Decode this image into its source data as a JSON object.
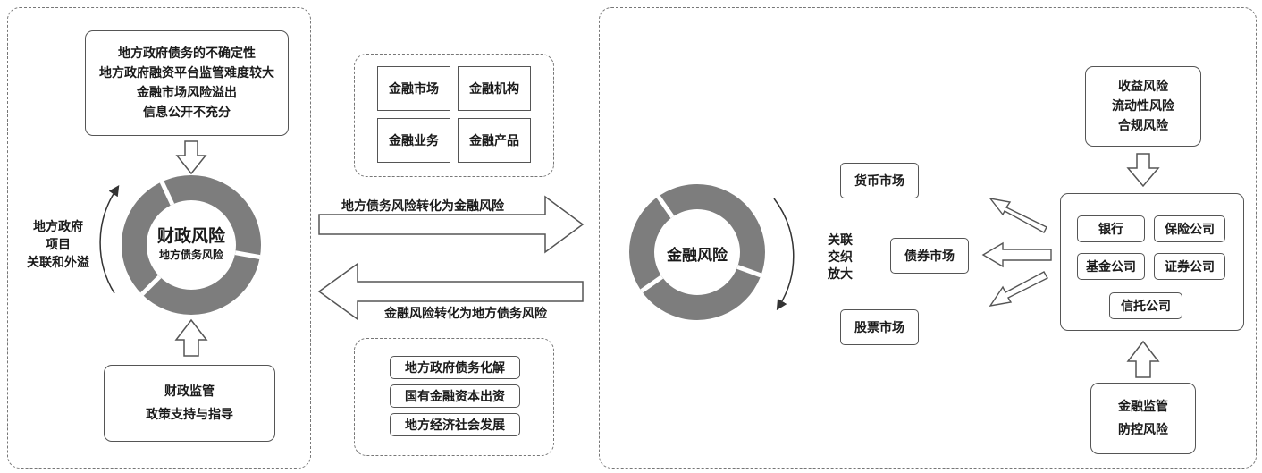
{
  "left_panel": {
    "top_box": {
      "lines": [
        "地方政府债务的不确定性",
        "地方政府融资平台监管难度较大",
        "金融市场风险溢出",
        "信息公开不充分"
      ]
    },
    "ring": {
      "title": "财政风险",
      "subtitle": "地方债务风险"
    },
    "side_label": {
      "lines": [
        "地方政府",
        "项目",
        "关联和外溢"
      ]
    },
    "bottom_box": {
      "lines": [
        "财政监管",
        "政策支持与指导"
      ]
    }
  },
  "middle": {
    "top_grid": [
      "金融市场",
      "金融机构",
      "金融业务",
      "金融产品"
    ],
    "arrow_right_label": "地方债务风险转化为金融风险",
    "arrow_left_label": "金融风险转化为地方债务风险",
    "bottom_list": [
      "地方政府债务化解",
      "国有金融资本出资",
      "地方经济社会发展"
    ]
  },
  "right_panel": {
    "ring": {
      "title": "金融风险"
    },
    "side_label": {
      "lines": [
        "关联",
        "交织",
        "放大"
      ]
    },
    "markets": [
      "货币市场",
      "债券市场",
      "股票市场"
    ],
    "top_box": {
      "lines": [
        "收益风险",
        "流动性风险",
        "合规风险"
      ]
    },
    "institutions": [
      "银行",
      "保险公司",
      "基金公司",
      "证券公司",
      "信托公司"
    ],
    "bottom_box": {
      "lines": [
        "金融监管",
        "防控风险"
      ]
    }
  }
}
